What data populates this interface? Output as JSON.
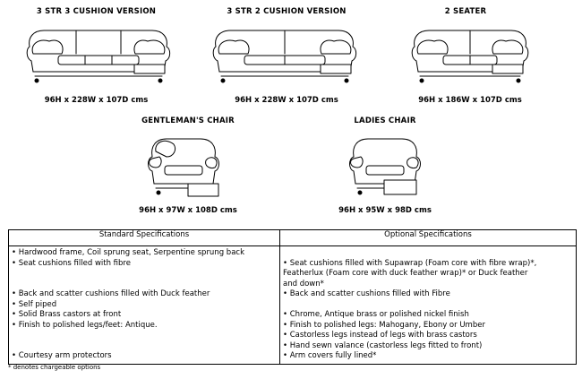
{
  "products": [
    {
      "title": "3 STR 3 CUSHION VERSION",
      "dims": "96H x  228W x 107D cms"
    },
    {
      "title": "3 STR 2 CUSHION VERSION",
      "dims": "96H x 228W x 107D cms"
    },
    {
      "title": "2 SEATER",
      "dims": "96H x 186W x 107D cms"
    },
    {
      "title": "GENTLEMAN'S CHAIR",
      "dims": "96H x 97W x 108D cms"
    },
    {
      "title": "LADIES CHAIR",
      "dims": "96H x 95W x 98D cms"
    }
  ],
  "specs": {
    "standard_header": "Standard Specifications",
    "optional_header": "Optional Specifications",
    "standard": [
      "• Hardwood frame, Coil sprung seat, Serpentine sprung back",
      "• Seat cushions filled with fibre",
      "",
      "",
      "• Back and scatter cushions filled with Duck feather",
      "• Self piped",
      "• Solid Brass castors at front",
      "• Finish to polished legs/feet: Antique.",
      "",
      "",
      "• Courtesy arm protectors"
    ],
    "optional": [
      "",
      "• Seat cushions filled with Supawrap (Foam core with fibre wrap)*,",
      "   Featherlux (Foam core with duck feather wrap)* or Duck feather",
      "   and down*",
      "• Back and scatter cushions filled with Fibre",
      "",
      "• Chrome, Antique brass or polished nickel finish",
      "• Finish to polished legs: Mahogany, Ebony or Umber",
      "• Castorless legs instead of legs with brass castors",
      "• Hand sewn valance (castorless legs fitted to front)",
      "• Arm covers fully lined*"
    ]
  },
  "footnote": "* denotes chargeable options"
}
